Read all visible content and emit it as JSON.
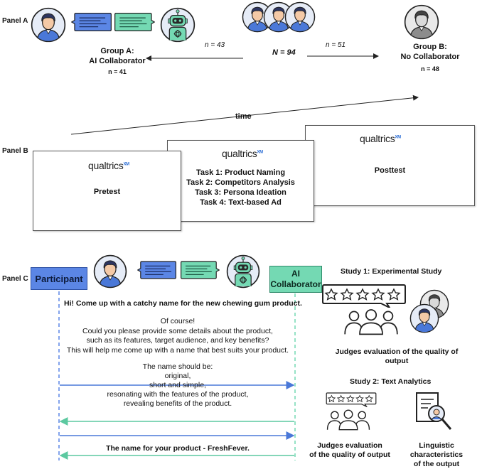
{
  "panel_a": {
    "label": "Panel A",
    "total": "N = 94",
    "group_a": {
      "title_line1": "Group A:",
      "title_line2": "AI Collaborator",
      "n": "n = 41"
    },
    "group_b": {
      "title_line1": "Group B:",
      "title_line2": "No Collaborator",
      "n": "n = 48"
    },
    "left_arrow_label": "n = 43",
    "right_arrow_label": "n = 51"
  },
  "panel_b": {
    "label": "Panel B",
    "time_label": "time",
    "brand": "qualtrics",
    "brand_mark": "XM",
    "pretest": "Pretest",
    "tasks": [
      "Task 1: Product Naming",
      "Task 2: Competitors Analysis",
      "Task 3: Persona Ideation",
      "Task 4: Text-based Ad"
    ],
    "posttest": "Posttest"
  },
  "panel_c": {
    "label": "Panel C",
    "participant": "Participant",
    "ai_line1": "AI",
    "ai_line2": "Collaborator",
    "msg1": "Hi! Come up with a catchy name for the new chewing gum product.",
    "reply": [
      "Of course!",
      "Could you please provide some details about the product,",
      "such as its features, target audience, and key benefits?",
      "This will help me come up with a name that best suits your product."
    ],
    "spec": [
      "The name should be:",
      "original,",
      "short and simple,",
      "resonating with the features of the product,",
      "revealing benefits of the product."
    ],
    "final": "The name for your product - FreshFever."
  },
  "study1": {
    "title": "Study 1: Experimental Study",
    "caption_line1": "Judges evaluation of the quality of",
    "caption_line2": "output"
  },
  "study2": {
    "title": "Study 2: Text Analytics",
    "left_caption_line1": "Judges evaluation",
    "left_caption_line2": "of the quality of output",
    "right_caption_line1": "Linguistic characteristics",
    "right_caption_line2": "of the output"
  },
  "colors": {
    "participant_blue": "#5b86e5",
    "ai_green": "#74d9b3",
    "bubble_blue": "#5b86e5",
    "bubble_green": "#74d9b3"
  },
  "icons": [
    "person-avatar-icon",
    "robot-icon",
    "chat-bubble-icon",
    "star-rating-icon",
    "magnifier-icon",
    "document-icon"
  ]
}
